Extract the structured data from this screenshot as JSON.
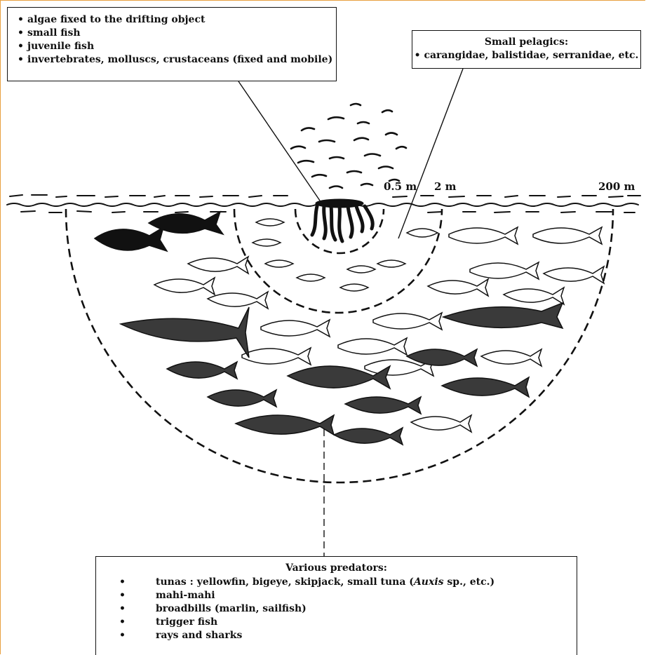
{
  "left_box": {
    "items": [
      "algae fixed to the drifting object",
      "small fish",
      "juvenile fish",
      "invertebrates, molluscs, crustaceans (fixed and mobile)"
    ]
  },
  "right_box": {
    "title": "Small pelagics:",
    "items": [
      "carangidae, balistidae, serranidae, etc."
    ]
  },
  "bottom_box": {
    "title": "Various predators:",
    "item1_pre": "tunas : yellowfin, bigeye, skipjack, small tuna (",
    "item1_italic": "Auxis",
    "item1_post": " sp., etc.)",
    "items": [
      "mahi-mahi",
      "broadbills (marlin, sailfish)",
      "trigger fish",
      "rays and sharks"
    ]
  },
  "radii": {
    "r1": "0.5 m",
    "r2": "2 m",
    "r3": "200 m"
  },
  "bullet": "•"
}
